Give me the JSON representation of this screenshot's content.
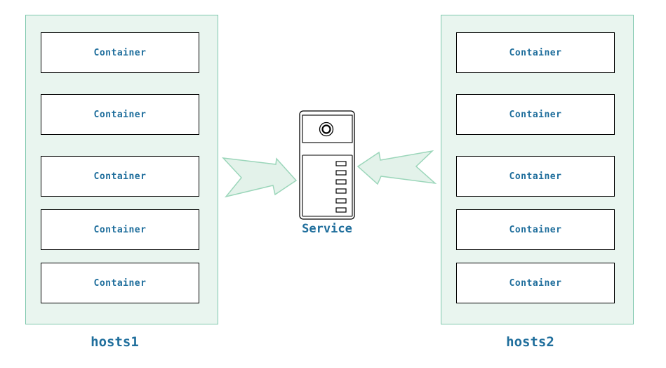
{
  "diagram": {
    "left_group": {
      "label": "hosts1",
      "containers": [
        "Container",
        "Container",
        "Container",
        "Container",
        "Container"
      ]
    },
    "right_group": {
      "label": "hosts2",
      "containers": [
        "Container",
        "Container",
        "Container",
        "Container",
        "Container"
      ]
    },
    "service": {
      "label": "Service"
    },
    "icons": {
      "server": "server-tower-icon",
      "left_to_service": "right-arrow-icon",
      "right_to_service": "left-arrow-icon"
    },
    "colors": {
      "group_fill": "#e9f5ef",
      "group_border": "#7fc8ae",
      "arrow_fill": "#e3f2ea",
      "arrow_border": "#9bd6ba",
      "text_blue": "#1f6e9c",
      "box_border": "#000000",
      "box_fill": "#ffffff"
    }
  }
}
